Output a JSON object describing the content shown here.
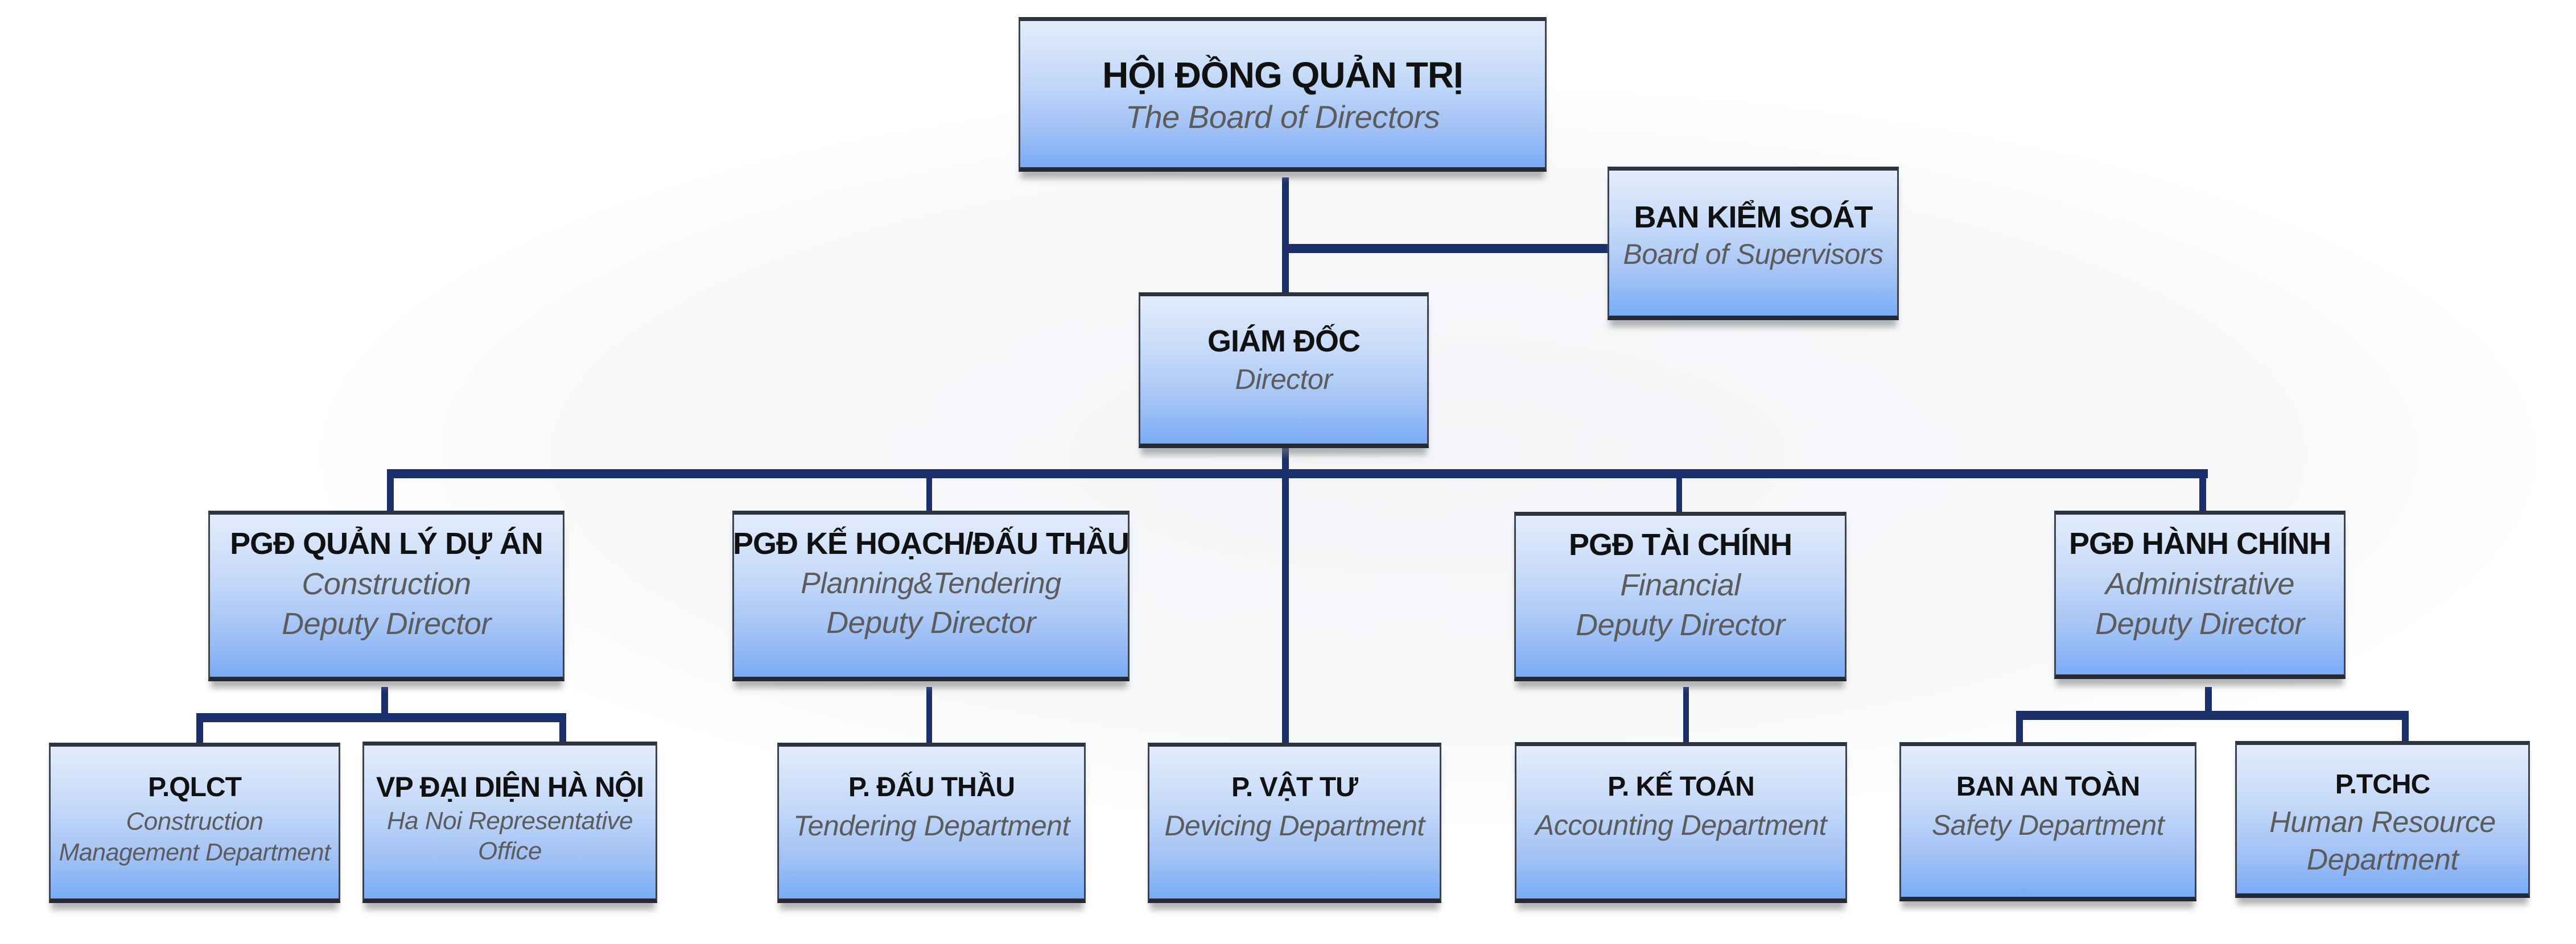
{
  "colors": {
    "connector": "#1b2f6b",
    "box_top": "#e3ecfb",
    "box_bottom": "#7aabf6",
    "box_border": "#2d3440",
    "title_text": "#111111",
    "subtitle_text": "#5c5c5c"
  },
  "org_chart": {
    "board": {
      "vn": "HỘI ĐỒNG QUẢN TRỊ",
      "en": "The Board of Directors"
    },
    "supervisors": {
      "vn": "BAN KIỂM SOÁT",
      "en": "Board of Supervisors"
    },
    "director": {
      "vn": "GIÁM ĐỐC",
      "en": "Director"
    },
    "deputies": [
      {
        "vn": "PGĐ QUẢN LÝ DỰ ÁN",
        "en_line1": "Construction",
        "en_line2": "Deputy Director"
      },
      {
        "vn": "PGĐ KẾ HOẠCH/ĐẤU THẦU",
        "en_line1": "Planning&Tendering",
        "en_line2": "Deputy Director"
      },
      {
        "vn": "PGĐ TÀI CHÍNH",
        "en_line1": "Financial",
        "en_line2": "Deputy Director"
      },
      {
        "vn": "PGĐ HÀNH CHÍNH",
        "en_line1": "Administrative",
        "en_line2": "Deputy Director"
      }
    ],
    "departments": [
      {
        "vn": "P.QLCT",
        "en_line1": "Construction",
        "en_line2": "Management Department",
        "reports_to": "PGĐ QUẢN LÝ DỰ ÁN"
      },
      {
        "vn": "VP ĐẠI DIỆN HÀ NỘI",
        "en_line1": "Ha Noi Representative",
        "en_line2": "Office",
        "reports_to": "PGĐ QUẢN LÝ DỰ ÁN"
      },
      {
        "vn": "P. ĐẤU THẦU",
        "en_line1": "Tendering Department",
        "en_line2": "",
        "reports_to": "PGĐ KẾ HOẠCH/ĐẤU THẦU"
      },
      {
        "vn": "P. VẬT TƯ",
        "en_line1": "Devicing Department",
        "en_line2": "",
        "reports_to": "GIÁM ĐỐC"
      },
      {
        "vn": "P. KẾ TOÁN",
        "en_line1": "Accounting Department",
        "en_line2": "",
        "reports_to": "PGĐ TÀI CHÍNH"
      },
      {
        "vn": "BAN AN TOÀN",
        "en_line1": "Safety Department",
        "en_line2": "",
        "reports_to": "PGĐ HÀNH CHÍNH"
      },
      {
        "vn": "P.TCHC",
        "en_line1": "Human Resource",
        "en_line2": "Department",
        "reports_to": "PGĐ HÀNH CHÍNH"
      }
    ]
  }
}
